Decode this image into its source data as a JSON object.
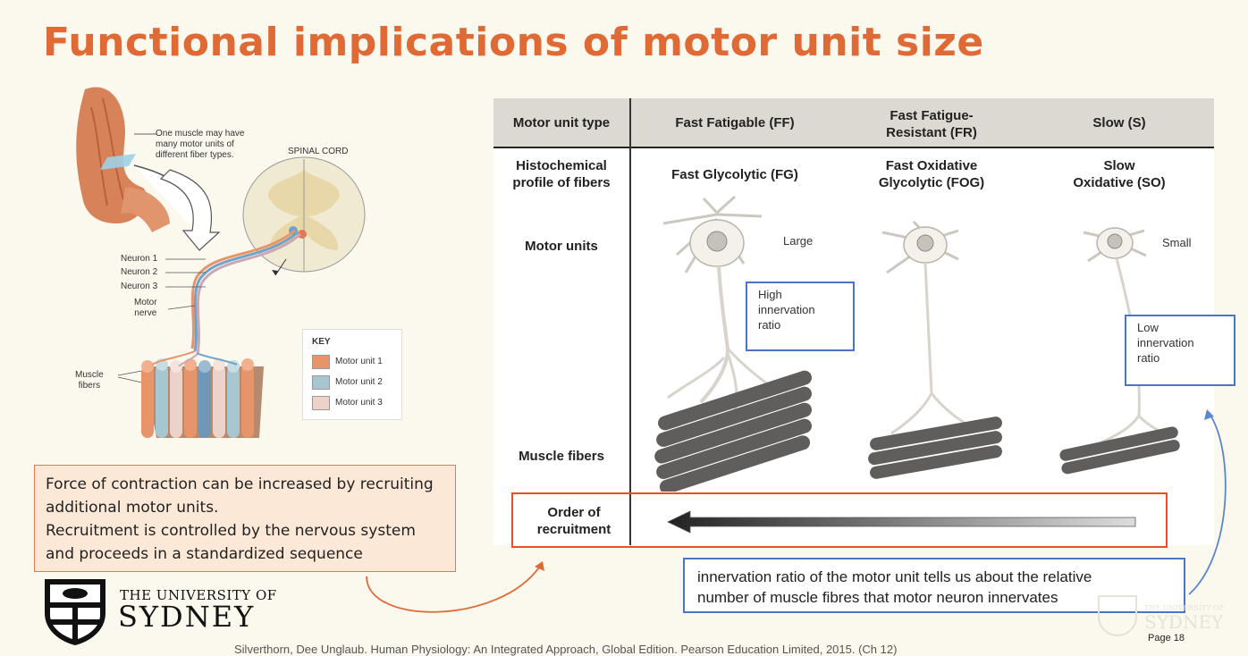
{
  "slide": {
    "title": "Functional implications of motor unit size",
    "page_label": "Page 18",
    "citation": "Silverthorn, Dee Unglaub. Human Physiology: An Integrated Approach, Global Edition. Pearson Education Limited, 2015. (Ch 12)"
  },
  "figure_left": {
    "muscle_note": [
      "One muscle may have",
      "many motor units of",
      "different fiber types."
    ],
    "spinal_cord_label": "SPINAL CORD",
    "neuron_labels": [
      "Neuron 1",
      "Neuron 2",
      "Neuron 3"
    ],
    "motor_nerve_label": [
      "Motor",
      "nerve"
    ],
    "muscle_fibers_label": [
      "Muscle",
      "fibers"
    ],
    "key_title": "KEY",
    "key_items": [
      {
        "label": "Motor unit 1",
        "color": "#e8946a"
      },
      {
        "label": "Motor unit 2",
        "color": "#a7c6cf"
      },
      {
        "label": "Motor unit 3",
        "color": "#ecd3c9"
      }
    ]
  },
  "table": {
    "header_col": "Motor unit type",
    "types": [
      {
        "name": [
          "Fast Fatigable (FF)"
        ],
        "profile": [
          "Fast Glycolytic (FG)"
        ]
      },
      {
        "name": [
          "Fast Fatigue-",
          "Resistant (FR)"
        ],
        "profile": [
          "Fast Oxidative",
          "Glycolytic (FOG)"
        ]
      },
      {
        "name": [
          "Slow (S)"
        ],
        "profile": [
          "Slow",
          "Oxidative (SO)"
        ]
      }
    ],
    "row_histochemical": [
      "Histochemical",
      "profile of fibers"
    ],
    "row_motor_units": "Motor units",
    "row_muscle_fibers": "Muscle fibers",
    "row_order": [
      "Order of",
      "recruitment"
    ],
    "size_large": "Large",
    "size_small": "Small",
    "high_box": [
      "High",
      "innervation",
      "ratio"
    ],
    "low_box": [
      "Low",
      "innervation",
      "ratio"
    ]
  },
  "notes": {
    "force_lines": [
      "Force of contraction can be increased by recruiting",
      "additional motor units.",
      "Recruitment is controlled by the nervous system",
      "and proceeds in a standardized sequence"
    ],
    "innervation_lines": [
      "innervation ratio of the motor unit tells us about the relative",
      "number of muscle fibres that motor neuron innervates"
    ]
  },
  "logo": {
    "line1": "THE UNIVERSITY OF",
    "line2": "SYDNEY",
    "watermark1": "THE UNIVERSITY OF",
    "watermark2": "SYDNEY"
  }
}
